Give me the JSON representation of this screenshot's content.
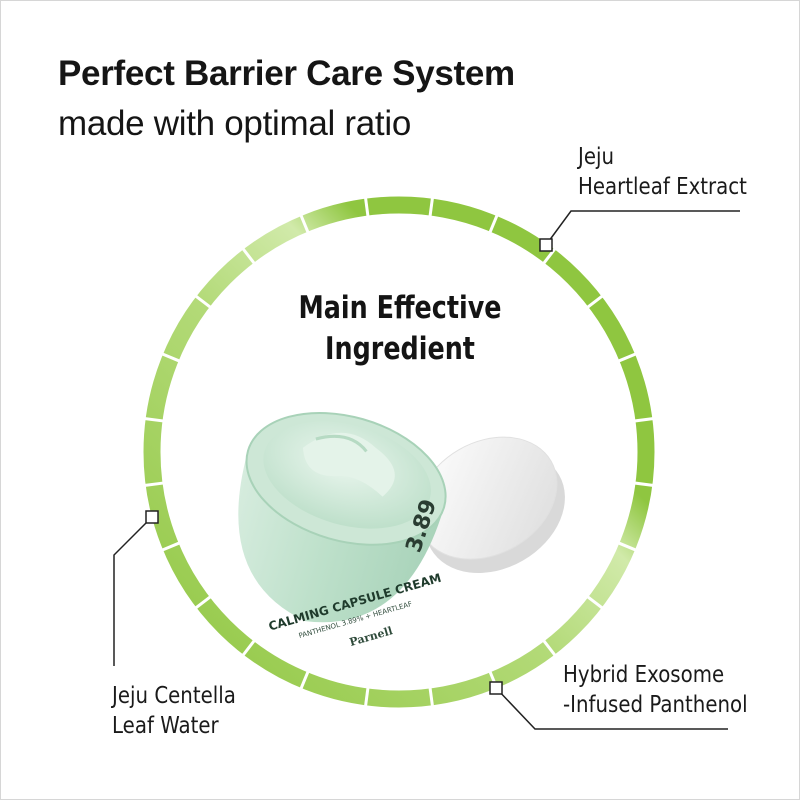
{
  "heading": {
    "title": "Perfect Barrier Care System",
    "subtitle": "made with optimal ratio"
  },
  "center": {
    "title_line1": "Main Effective",
    "title_line2": "Ingredient"
  },
  "ingredients": [
    {
      "line1": "Jeju",
      "line2": "Heartleaf Extract"
    },
    {
      "line1": "Jeju Centella",
      "line2": "Leaf Water"
    },
    {
      "line1": "Hybrid Exosome",
      "line2": "-Infused Panthenol"
    }
  ],
  "product": {
    "name": "CALMING CAPSULE CREAM",
    "detail": "PANTHENOL 3.89% + HEARTLEAF",
    "brand": "Parnell",
    "side_mark": "3.89"
  },
  "colors": {
    "ring_dark": "#8fc640",
    "ring_light": "#c9e6a0",
    "cream": "#cfe8d8",
    "jar_glass": "#bfe0cc",
    "lid": "#f2f2f2",
    "text": "#151515"
  }
}
